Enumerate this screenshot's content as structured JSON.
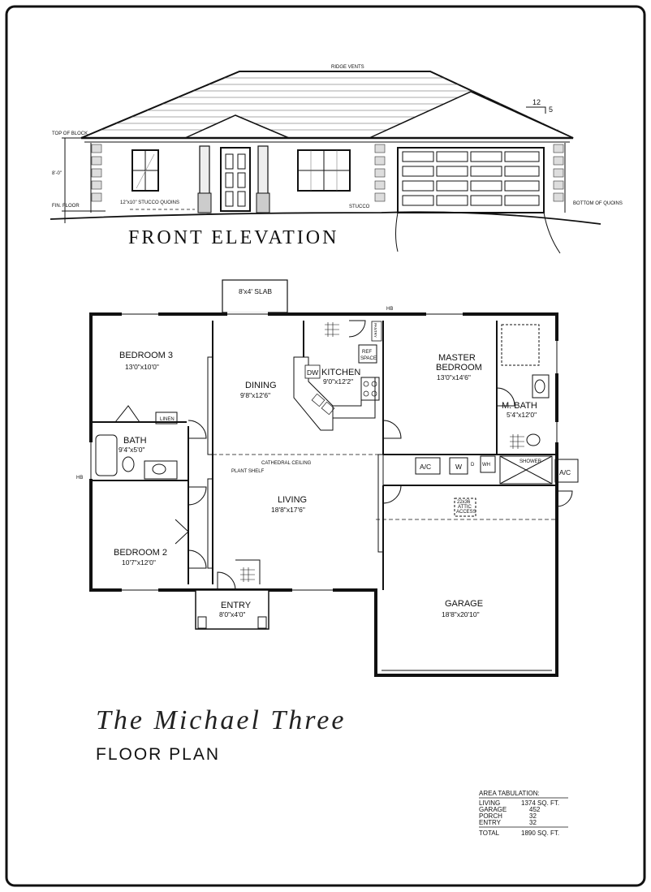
{
  "elevation": {
    "title": "FRONT ELEVATION",
    "notes": {
      "ridge_vents": "RIDGE VENTS",
      "pitch_rise": "12",
      "pitch_run": "5",
      "top_of_block": "TOP OF BLOCK",
      "fin_floor": "FIN. FLOOR",
      "quoins": "12\"x10\" STUCCO QUOINS",
      "stucco": "STUCCO",
      "bottom_quoins": "BOTTOM OF QUOINS",
      "height_dim": "8'-0\""
    }
  },
  "plan": {
    "slab": "8'x4' SLAB",
    "hb_top": "HB",
    "hb_left": "HB",
    "rooms": {
      "bedroom3": {
        "name": "BEDROOM 3",
        "dim": "13'0\"x10'0\""
      },
      "dining": {
        "name": "DINING",
        "dim": "9'8\"x12'6\""
      },
      "kitchen": {
        "name": "KITCHEN",
        "dim": "9'0\"x12'2\""
      },
      "master": {
        "name1": "MASTER",
        "name2": "BEDROOM",
        "dim": "13'0\"x14'6\""
      },
      "mbath": {
        "name": "M. BATH",
        "dim": "5'4\"x12'0\""
      },
      "bath": {
        "name": "BATH",
        "dim": "9'4\"x5'0\""
      },
      "living": {
        "name": "LIVING",
        "dim": "18'8\"x17'6\""
      },
      "bedroom2": {
        "name": "BEDROOM 2",
        "dim": "10'7\"x12'0\""
      },
      "entry": {
        "name": "ENTRY",
        "dim": "8'0\"x4'0\""
      },
      "garage": {
        "name": "GARAGE",
        "dim": "18'8\"x20'10\""
      }
    },
    "fixtures": {
      "dw": "DW",
      "pantry": "PANTRY",
      "ref": "REF",
      "space": "SPACE",
      "linen": "LINEN",
      "ac1": "A/C",
      "ac2": "A/C",
      "washer": "W",
      "dryer": "D",
      "wh": "WH",
      "shower": "SHOWER",
      "attic1": "22x36",
      "attic2": "ATTIC",
      "attic3": "ACCESS"
    },
    "notes": {
      "cathedral": "CATHEDRAL CEILING",
      "plant_shelf": "PLANT SHELF"
    }
  },
  "title": {
    "name": "The Michael Three",
    "subtitle": "FLOOR PLAN"
  },
  "area_tabulation": {
    "heading": "AREA TABULATION:",
    "rows": [
      {
        "label": "LIVING",
        "value": "1374 SQ. FT."
      },
      {
        "label": "GARAGE",
        "value": "452"
      },
      {
        "label": "PORCH",
        "value": "32"
      },
      {
        "label": "ENTRY",
        "value": "32"
      }
    ],
    "total_label": "TOTAL",
    "total_value": "1890 SQ. FT."
  }
}
